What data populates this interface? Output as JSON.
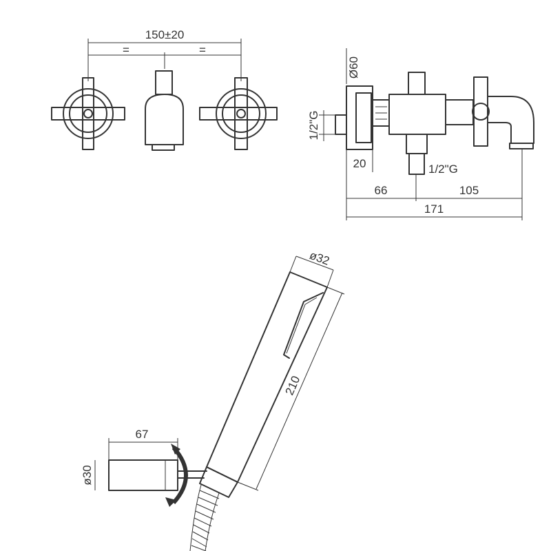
{
  "front_view": {
    "width_label": "150±20",
    "equal_left": "=",
    "equal_right": "="
  },
  "side_view": {
    "diameter_label": "Ø60",
    "inlet_label": "1/2\"G",
    "depth_label": "20",
    "outlet_label": "1/2\"G",
    "left_span": "66",
    "right_span": "105",
    "total_span": "171"
  },
  "hand_shower": {
    "head_diameter": "ø32",
    "length": "210"
  },
  "wall_holder": {
    "length": "67",
    "diameter": "ø30"
  },
  "colors": {
    "line": "#333333",
    "background": "#ffffff"
  }
}
